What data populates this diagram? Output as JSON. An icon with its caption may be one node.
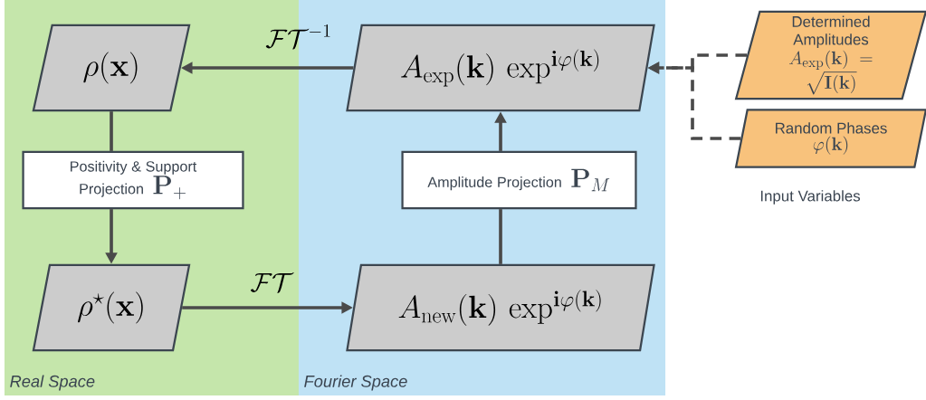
{
  "diagram": {
    "nodes": [
      {
        "text": [
          "Real Space"
        ]
      },
      {
        "text": [
          "\\rho(\\mathbf{x})"
        ],
        "in": 0
      },
      {
        "text": [
          "Positivity & Support Projection",
          "\\mathbf{P}_{+}"
        ],
        "in": 0
      },
      {
        "text": [
          "\\rho^{\\star}(\\mathbf{x})"
        ],
        "in": 0
      },
      {
        "text": [
          "Fourier Space"
        ]
      },
      {
        "text": [
          "A_{\\mathrm{exp}}(\\mathbf{k})\\,\\exp^{\\mathbf{i}\\varphi(\\mathbf{k})}"
        ],
        "in": 4
      },
      {
        "text": [
          "Amplitude Projection",
          "\\mathbf{P}_{M}"
        ],
        "in": 4
      },
      {
        "text": [
          "A_{\\mathrm{new}}(\\mathbf{k})\\,\\exp^{\\mathbf{i}\\varphi(\\mathbf{k})}"
        ],
        "in": 4
      },
      {
        "text": [
          "Determined Amplitudes",
          "A_{\\mathrm{exp}}(\\mathbf{k}) = \\sqrt{\\mathbf{I}(\\mathbf{k})}"
        ]
      },
      {
        "text": [
          "Random Phases",
          "\\varphi(\\mathbf{k})"
        ]
      }
    ],
    "edges": [
      {
        "from": 5,
        "to": 1,
        "arrow": "to",
        "label": "\\mathcal{FT}^{-1}"
      },
      {
        "from": 1,
        "to": 2,
        "arrow": "none"
      },
      {
        "from": 2,
        "to": 3,
        "arrow": "to"
      },
      {
        "from": 3,
        "to": 7,
        "arrow": "to",
        "label": "\\mathcal{FT}"
      },
      {
        "from": 7,
        "to": 6,
        "arrow": "none"
      },
      {
        "from": 6,
        "to": 5,
        "arrow": "to"
      },
      {
        "from": 8,
        "to": 5,
        "arrow": "to",
        "style": "dashed"
      },
      {
        "from": 9,
        "to": 5,
        "arrow": "to",
        "style": "dashed"
      }
    ],
    "labels": [
      "Input Variables"
    ]
  }
}
